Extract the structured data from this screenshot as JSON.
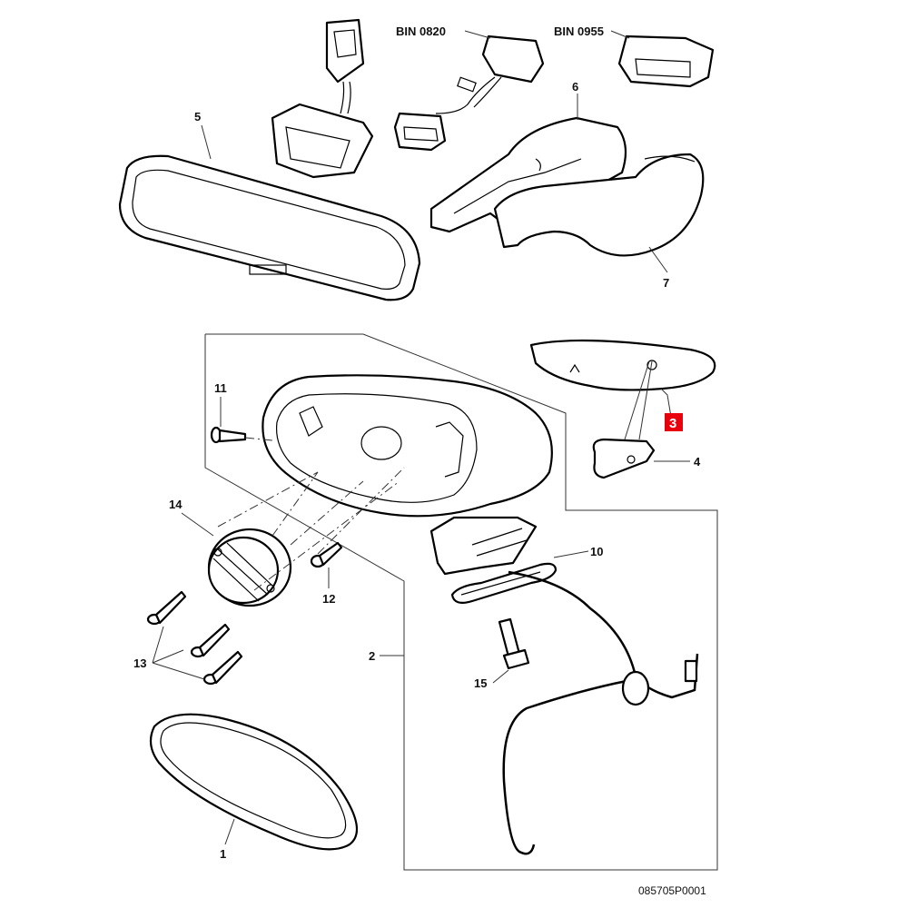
{
  "diagram": {
    "labels": {
      "p1": "1",
      "p2": "2",
      "p3": "3",
      "p4": "4",
      "p5": "5",
      "p6": "6",
      "p7": "7",
      "p10": "10",
      "p11": "11",
      "p12": "12",
      "p13": "13",
      "p14": "14",
      "p15": "15",
      "bin0820": "BIN 0820",
      "bin0955": "BIN 0955"
    },
    "highlighted_part": "3",
    "highlight_color": "#e8000d",
    "drawing_code": "085705P0001"
  }
}
